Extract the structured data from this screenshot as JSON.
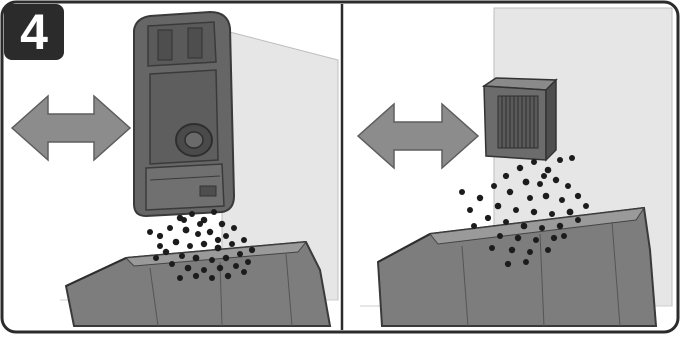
{
  "step": {
    "number": "4"
  },
  "colors": {
    "frame": "#2b2b2b",
    "wall": "#e6e6e6",
    "bin": "#7d7d7d",
    "device": "#666666",
    "arrow": "#8c8c8c",
    "debris": "#1c1c1c"
  },
  "panels": [
    {
      "name": "left-panel",
      "object": "filter-housing",
      "action": "shake-side-to-side"
    },
    {
      "name": "right-panel",
      "object": "pleated-filter",
      "action": "shake-side-to-side"
    }
  ]
}
